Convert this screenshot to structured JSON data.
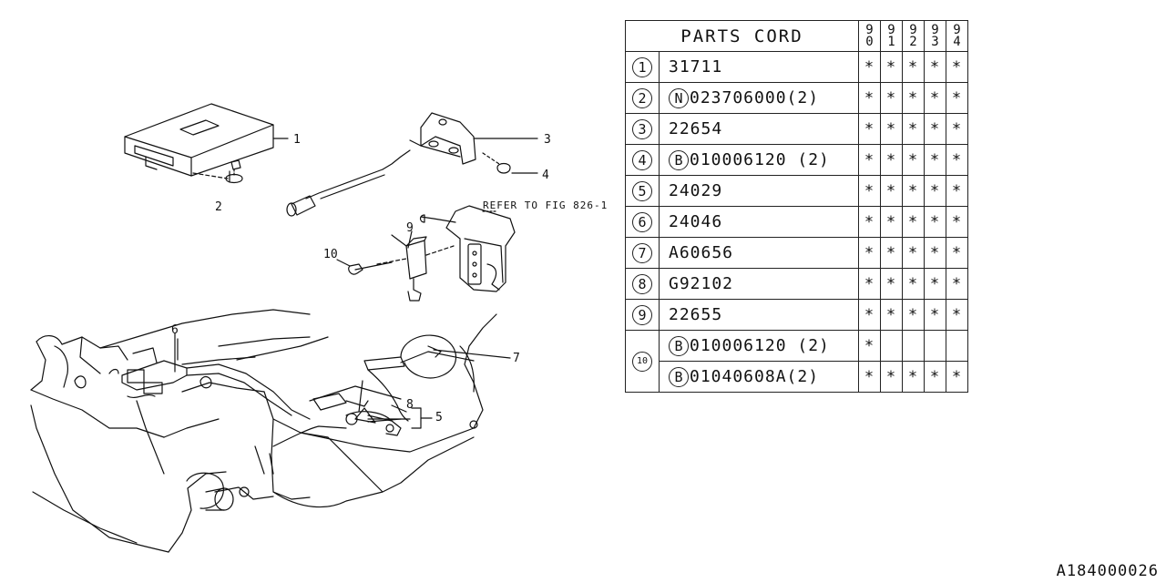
{
  "table": {
    "header": "PARTS CORD",
    "years": [
      [
        "9",
        "0"
      ],
      [
        "9",
        "1"
      ],
      [
        "9",
        "2"
      ],
      [
        "9",
        "3"
      ],
      [
        "9",
        "4"
      ]
    ],
    "rows": [
      {
        "num": "1",
        "prefix": "",
        "code": "31711",
        "marks": [
          "*",
          "*",
          "*",
          "*",
          "*"
        ]
      },
      {
        "num": "2",
        "prefix": "N",
        "code": "023706000(2)",
        "marks": [
          "*",
          "*",
          "*",
          "*",
          "*"
        ]
      },
      {
        "num": "3",
        "prefix": "",
        "code": "22654",
        "marks": [
          "*",
          "*",
          "*",
          "*",
          "*"
        ]
      },
      {
        "num": "4",
        "prefix": "B",
        "code": "010006120 (2)",
        "marks": [
          "*",
          "*",
          "*",
          "*",
          "*"
        ]
      },
      {
        "num": "5",
        "prefix": "",
        "code": "24029",
        "marks": [
          "*",
          "*",
          "*",
          "*",
          "*"
        ]
      },
      {
        "num": "6",
        "prefix": "",
        "code": "24046",
        "marks": [
          "*",
          "*",
          "*",
          "*",
          "*"
        ]
      },
      {
        "num": "7",
        "prefix": "",
        "code": "A60656",
        "marks": [
          "*",
          "*",
          "*",
          "*",
          "*"
        ]
      },
      {
        "num": "8",
        "prefix": "",
        "code": "G92102",
        "marks": [
          "*",
          "*",
          "*",
          "*",
          "*"
        ]
      },
      {
        "num": "9",
        "prefix": "",
        "code": "22655",
        "marks": [
          "*",
          "*",
          "*",
          "*",
          "*"
        ]
      },
      {
        "num": "10",
        "prefix": "B",
        "code": "010006120 (2)",
        "marks": [
          "*",
          "",
          "",
          "",
          ""
        ]
      },
      {
        "num": "",
        "prefix": "B",
        "code": "01040608A(2)",
        "marks": [
          "*",
          "*",
          "*",
          "*",
          "*"
        ]
      }
    ]
  },
  "callouts": [
    "1",
    "2",
    "3",
    "4",
    "5",
    "6",
    "7",
    "8",
    "9",
    "10"
  ],
  "refer_text": "REFER TO FIG 826-1",
  "figure_id": "A184000026"
}
